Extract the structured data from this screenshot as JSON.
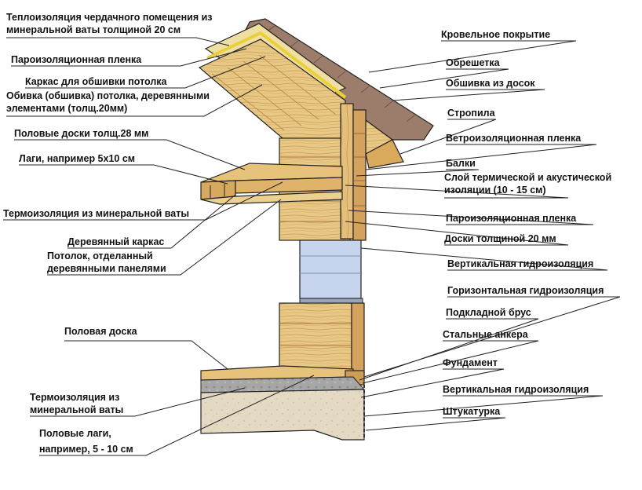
{
  "colors": {
    "wood_light": "#eccf8e",
    "wood_mid": "#dcb066",
    "wood_dark": "#b88540",
    "roof_tile": "#9a7a68",
    "membrane_blue": "#c6d4ee",
    "foundation": "#e2d8c2",
    "gravel": "#9c9c9c",
    "line": "#222222",
    "insulation_yellow": "#f0dc4a"
  },
  "labels_left": [
    {
      "id": "attic-insulation",
      "lines": [
        "Теплоизоляция чердачного помещения из",
        "минеральной ваты толщиной 20 см"
      ]
    },
    {
      "id": "vapor-film-left",
      "lines": [
        "Пароизоляционная пленка"
      ]
    },
    {
      "id": "ceiling-frame",
      "lines": [
        "Каркас для обшивки потолка"
      ]
    },
    {
      "id": "ceiling-lining",
      "lines": [
        "Обивка (обшивка) потолка, деревянными",
        "элементами (толщ.20мм)"
      ]
    },
    {
      "id": "floor-boards-28",
      "lines": [
        "Половые доски толщ.28 мм"
      ]
    },
    {
      "id": "joists-5x10",
      "lines": [
        "Лаги, например 5х10 см"
      ]
    },
    {
      "id": "mineral-wool-1",
      "lines": [
        "Термоизоляция из минеральной ваты"
      ]
    },
    {
      "id": "wood-frame",
      "lines": [
        "Деревянный каркас"
      ]
    },
    {
      "id": "ceiling-panels",
      "lines": [
        "Потолок, отделанный",
        "деревянными панелями"
      ]
    },
    {
      "id": "floor-board",
      "lines": [
        "Половая доска"
      ]
    },
    {
      "id": "mineral-wool-2",
      "lines": [
        "Термоизоляция из",
        "минеральной ваты"
      ]
    },
    {
      "id": "floor-joists",
      "lines": [
        "Половые лаги,",
        "например, 5 - 10 см"
      ]
    }
  ],
  "labels_right": [
    {
      "id": "roofing",
      "lines": [
        "Кровельное покрытие"
      ]
    },
    {
      "id": "battens",
      "lines": [
        "Обрешетка"
      ]
    },
    {
      "id": "board-sheathing",
      "lines": [
        "Обшивка из досок"
      ]
    },
    {
      "id": "rafters",
      "lines": [
        "Стропила"
      ]
    },
    {
      "id": "wind-film",
      "lines": [
        "Ветроизоляционная пленка"
      ]
    },
    {
      "id": "beams",
      "lines": [
        "Балки"
      ]
    },
    {
      "id": "thermo-acoustic",
      "lines": [
        "Слой термической и акустической",
        "изоляции (10 - 15 см)"
      ]
    },
    {
      "id": "vapor-film-right",
      "lines": [
        "Пароизоляционная пленка"
      ]
    },
    {
      "id": "boards-20",
      "lines": [
        "Доски толщиной 20 мм"
      ]
    },
    {
      "id": "vertical-waterproofing-1",
      "lines": [
        "Вертикальная гидроизоляция"
      ]
    },
    {
      "id": "horizontal-waterproofing",
      "lines": [
        "Горизонтальная гидроизоляция"
      ]
    },
    {
      "id": "sill-beam",
      "lines": [
        "Подкладной брус"
      ]
    },
    {
      "id": "steel-anchors",
      "lines": [
        "Стальные анкера"
      ]
    },
    {
      "id": "foundation",
      "lines": [
        "Фундамент"
      ]
    },
    {
      "id": "vertical-waterproofing-2",
      "lines": [
        "Вертикальная гидроизоляция"
      ]
    },
    {
      "id": "plaster",
      "lines": [
        "Штукатурка"
      ]
    }
  ]
}
